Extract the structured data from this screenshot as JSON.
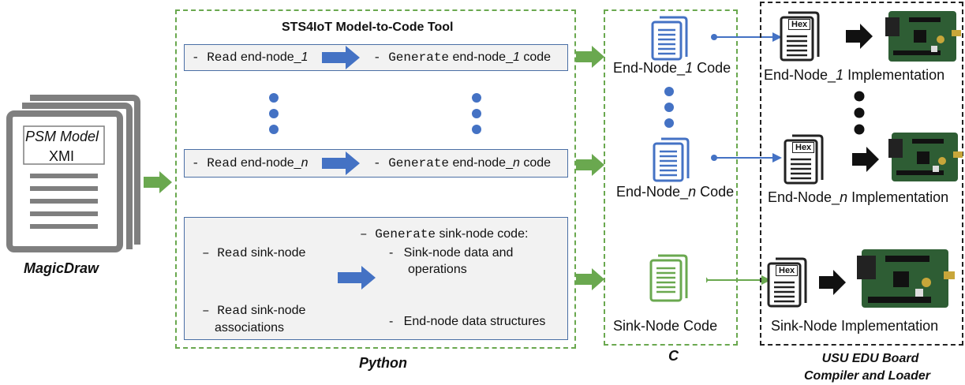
{
  "left": {
    "doc_title": "PSM Model",
    "doc_sub": "XMI",
    "caption": "MagicDraw"
  },
  "tool": {
    "title": "STS4IoT Model-to-Code Tool",
    "caption": "Python",
    "row1": {
      "read_kw": "- Read",
      "read_rest_a": " end-node_",
      "read_n": "1",
      "gen_kw": "- Generate",
      "gen_rest_a": " end-node_",
      "gen_n": "1",
      "gen_rest_b": " code"
    },
    "row2": {
      "read_kw": "- Read",
      "read_rest_a": " end-node_",
      "read_n": "n",
      "gen_kw": "- Generate",
      "gen_rest_a": " end-node_",
      "gen_n": "n",
      "gen_rest_b": " code"
    },
    "sink": {
      "read1_kw": "– Read",
      "read1_rest": " sink-node",
      "read2_kw": "– Read",
      "read2_rest": " sink-node",
      "read2_line2": "associations",
      "gen_kw": "– Generate",
      "gen_rest": " sink-node code:",
      "bullet1_dash": "-",
      "bullet1_l1": "Sink-node data and",
      "bullet1_l2": "operations",
      "bullet2_dash": "-",
      "bullet2": "End-node data structures"
    }
  },
  "c_col": {
    "caption": "C",
    "end1_a": "End-Node_",
    "end1_n": "1",
    "end1_b": " Code",
    "endn_a": "End-Node_",
    "endn_n": "n",
    "endn_b": " Code",
    "sink": "Sink-Node Code"
  },
  "board": {
    "caption_l1": "USU EDU Board",
    "caption_l2": "Compiler and Loader",
    "hex_label": "Hex",
    "impl1_a": "End-Node_",
    "impl1_n": "1",
    "impl1_b": " Implementation",
    "impln_a": "End-Node_",
    "impln_n": "n",
    "impln_b": " Implementation",
    "sink_impl": "Sink-Node Implementation"
  },
  "colors": {
    "green": "#6aa84f",
    "blue": "#4472c4",
    "dark": "#222222",
    "gray": "#7f7f7f"
  }
}
